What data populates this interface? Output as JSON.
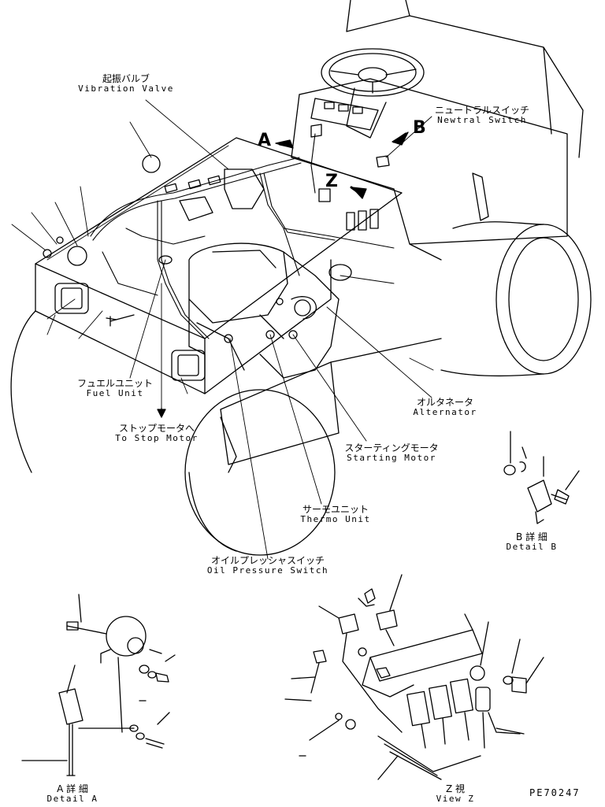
{
  "labels": {
    "vibration_valve": {
      "jp": "起振バルブ",
      "en": "Vibration Valve"
    },
    "neutral_switch": {
      "jp": "ニュートラルスイッチ",
      "en": "Newtral Switch"
    },
    "fuel_unit": {
      "jp": "フュエルユニット",
      "en": "Fuel Unit"
    },
    "to_stop_motor": {
      "jp": "ストップモータへ",
      "en": "To Stop Motor"
    },
    "alternator": {
      "jp": "オルタネータ",
      "en": "Alternator"
    },
    "starting_motor": {
      "jp": "スターティングモータ",
      "en": "Starting Motor"
    },
    "thermo_unit": {
      "jp": "サーモユニット",
      "en": "Thermo Unit"
    },
    "oil_pressure_switch": {
      "jp": "オイルプレッシャスイッチ",
      "en": "Oil Pressure Switch"
    },
    "detail_b": {
      "jp": "B 詳 細",
      "en": "Detail B"
    },
    "detail_a": {
      "jp": "A 詳 細",
      "en": "Detail A"
    },
    "view_z": {
      "jp": "Z 視",
      "en": "View Z"
    }
  },
  "view_letters": {
    "a": "A",
    "b": "B",
    "z": "Z"
  },
  "drawing_code": "PE70247",
  "colors": {
    "ink": "#000000",
    "paper": "#ffffff"
  }
}
